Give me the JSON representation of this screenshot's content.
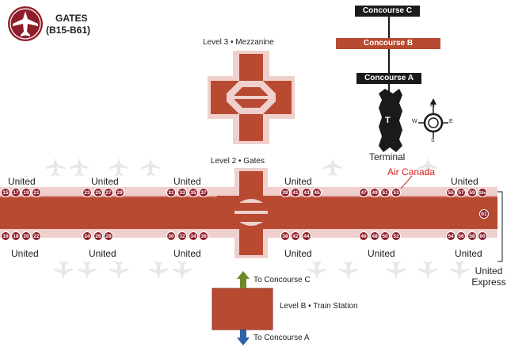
{
  "header": {
    "title": "GATES",
    "range": "(B15-B61)",
    "icon": "airplane-icon",
    "badge_color": "#8e1e2a"
  },
  "colors": {
    "concourse_fill": "#b84a32",
    "border_light": "#f0d0cc",
    "dark": "#1a1a1a",
    "gate": "#8e1e2a",
    "plane_silhouette": "#e6e6e6",
    "arrow_up": "#6d8a2a",
    "arrow_down": "#2b62a8"
  },
  "concourses": {
    "c": "Concourse C",
    "b": "Concourse B",
    "a": "Concourse A",
    "terminal_letter": "T",
    "terminal_label": "Terminal"
  },
  "compass": {
    "n": "N",
    "s": "S",
    "e": "E",
    "w": "W"
  },
  "levels": {
    "level3": "Level 3  •  Mezzanine",
    "level2": "Level 2  •  Gates",
    "levelB": "Level B  •  Train Station"
  },
  "directions": {
    "to_c": "To Concourse C",
    "to_a": "To Concourse A"
  },
  "airlines": {
    "top": [
      "United",
      "United",
      "United",
      "United",
      "United"
    ],
    "bottom": [
      "United",
      "United",
      "United",
      "United",
      "United",
      "United"
    ],
    "air_canada": "Air Canada",
    "united_express": "United Express"
  },
  "gates": {
    "top": [
      "15",
      "17",
      "19",
      "21",
      "23",
      "25",
      "27",
      "29",
      "31",
      "33",
      "35",
      "37",
      "39",
      "41",
      "43",
      "45",
      "47",
      "49",
      "51",
      "53",
      "55",
      "57",
      "59",
      "59x"
    ],
    "bottom": [
      "16",
      "18",
      "20",
      "22",
      "24",
      "26",
      "28",
      "30",
      "32",
      "34",
      "36",
      "38",
      "42",
      "44",
      "46",
      "48",
      "50",
      "52",
      "54",
      "56",
      "58",
      "60"
    ],
    "end": "61"
  }
}
